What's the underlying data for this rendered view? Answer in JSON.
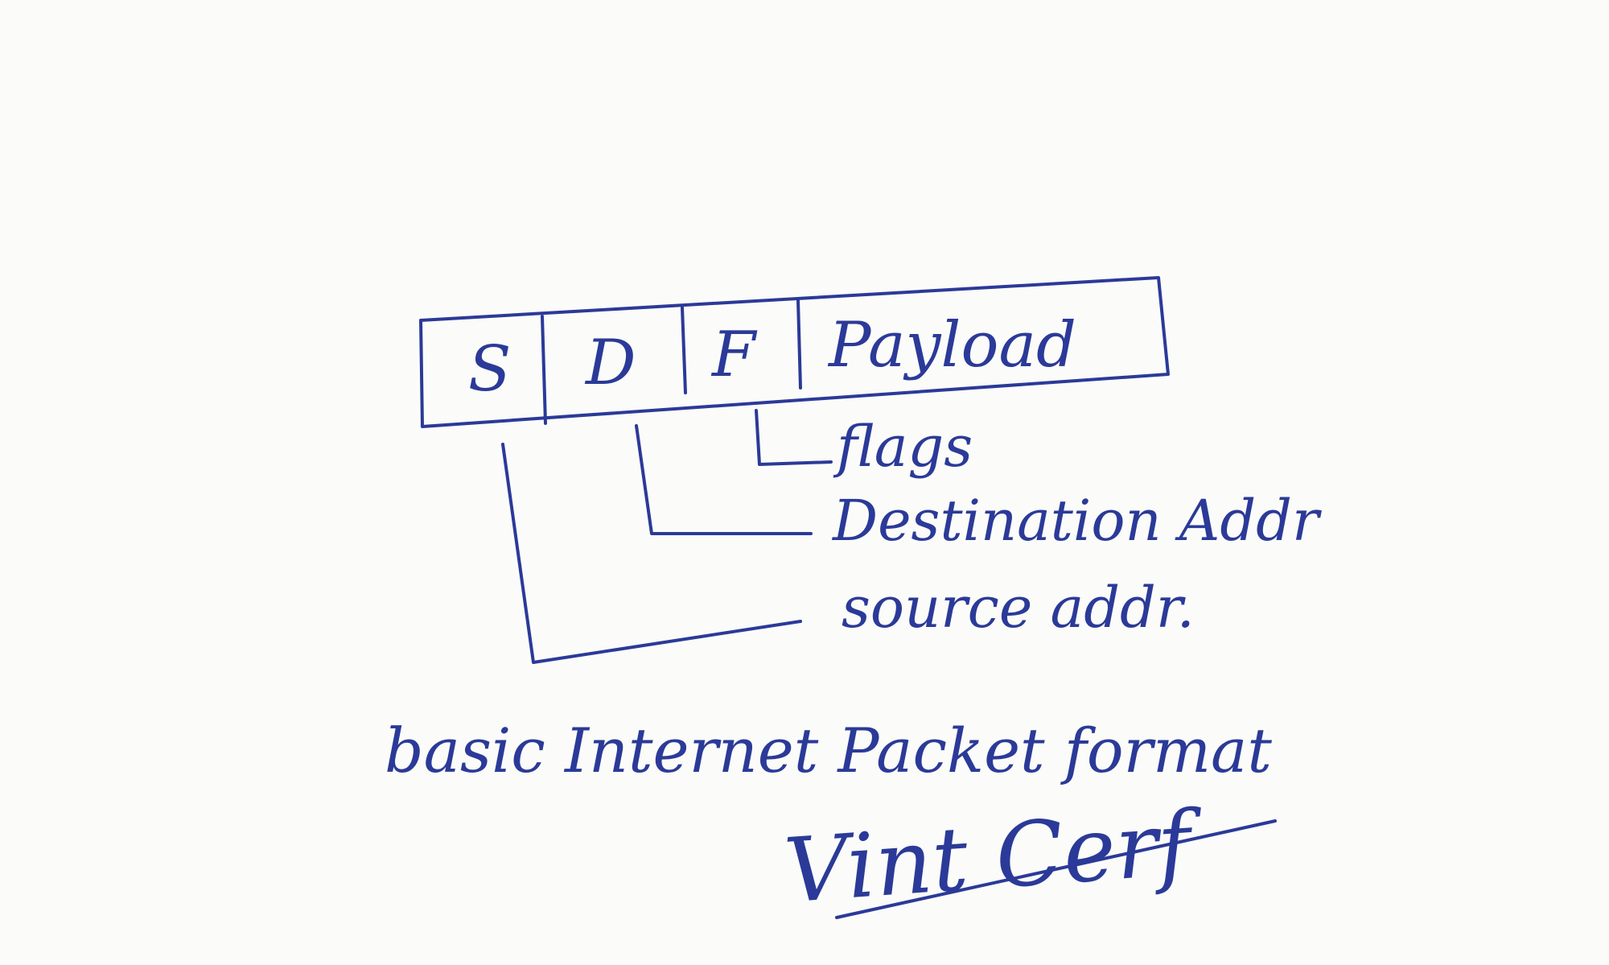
{
  "packet": {
    "fields": [
      "S",
      "D",
      "F",
      "Payload"
    ]
  },
  "annotations": {
    "flags": "flags",
    "destination": "Destination Addr",
    "source": "source addr."
  },
  "caption": "basic Internet Packet format",
  "signature": "Vint Cerf",
  "colors": {
    "ink": "#2b3a98",
    "paper": "#fbfbf9"
  }
}
